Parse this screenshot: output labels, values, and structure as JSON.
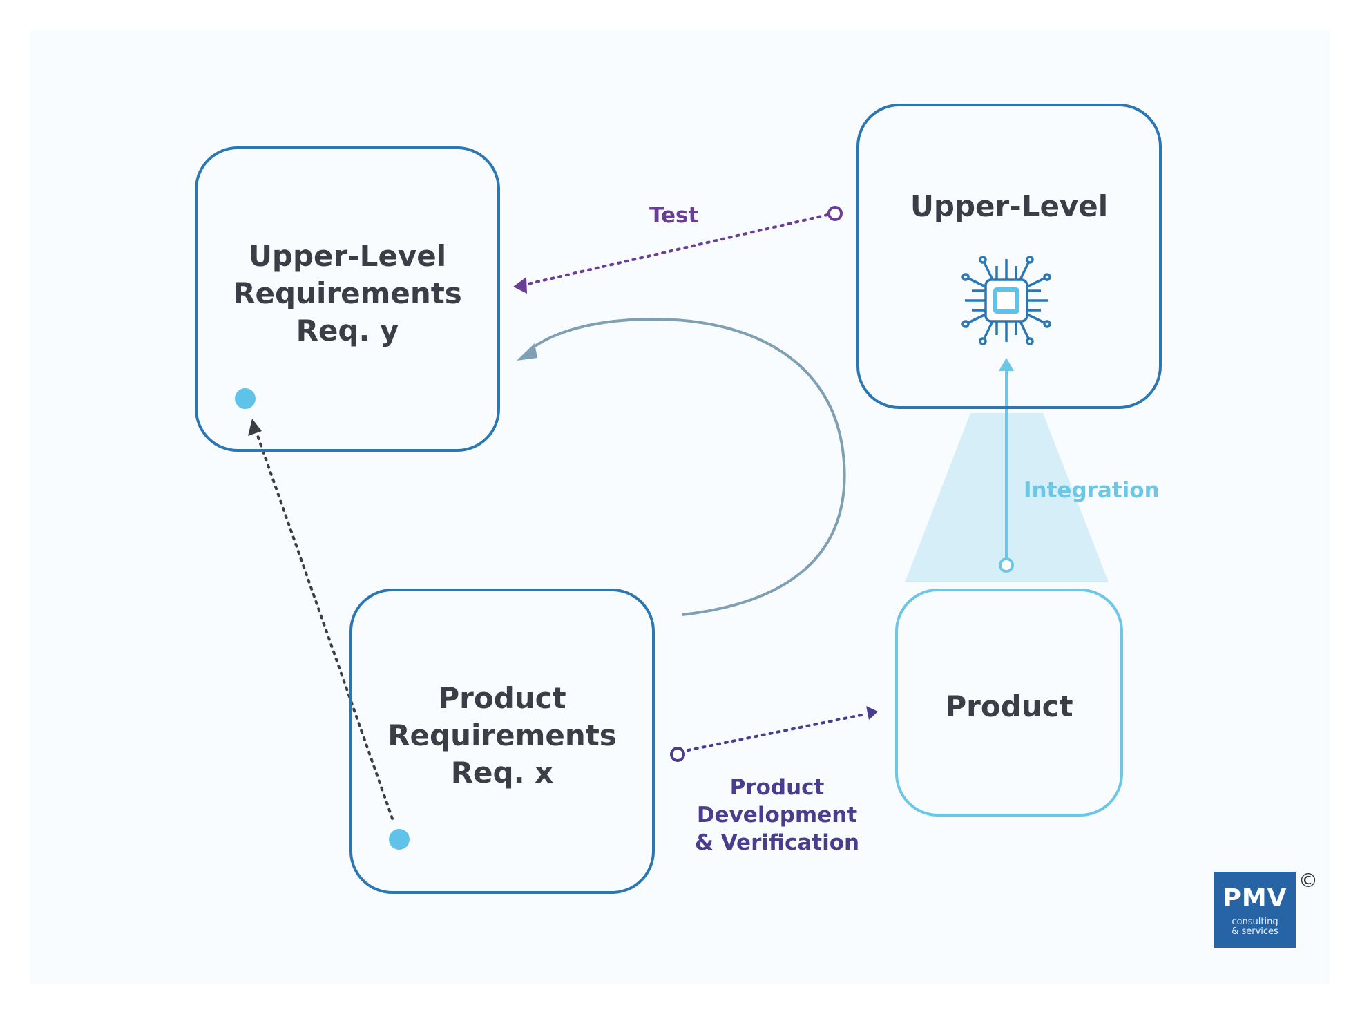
{
  "colors": {
    "dark_box_border": "#2b77b4",
    "light_box_border": "#6cc6e6",
    "box_text": "#3b3e46",
    "test_arrow": "#6b3d96",
    "development_arrow": "#4a3d8f",
    "integration_arrow": "#6cc6e6",
    "cycle_arrow": "#7f9fb3",
    "trace_arrow": "#3b3e46",
    "trace_dot": "#5fc2e8",
    "integration_cone": "#d6eef8",
    "chip_icon": "#2b77b4",
    "logo_background": "#2764a6"
  },
  "boxes": {
    "upper_requirements": {
      "label": "Upper-Level\nRequirements\nReq. y"
    },
    "upper_level": {
      "label": "Upper-Level"
    },
    "product_requirements": {
      "label": "Product\nRequirements\nReq. x"
    },
    "product": {
      "label": "Product"
    }
  },
  "arrows": {
    "test": {
      "label": "Test"
    },
    "integration": {
      "label": "Integration"
    },
    "development": {
      "label": "Product\nDevelopment\n& Verification"
    }
  },
  "icons": {
    "chip": "microchip-icon"
  },
  "logo": {
    "main": "PMV",
    "sub": "consulting\n& services",
    "copyright": "©"
  }
}
